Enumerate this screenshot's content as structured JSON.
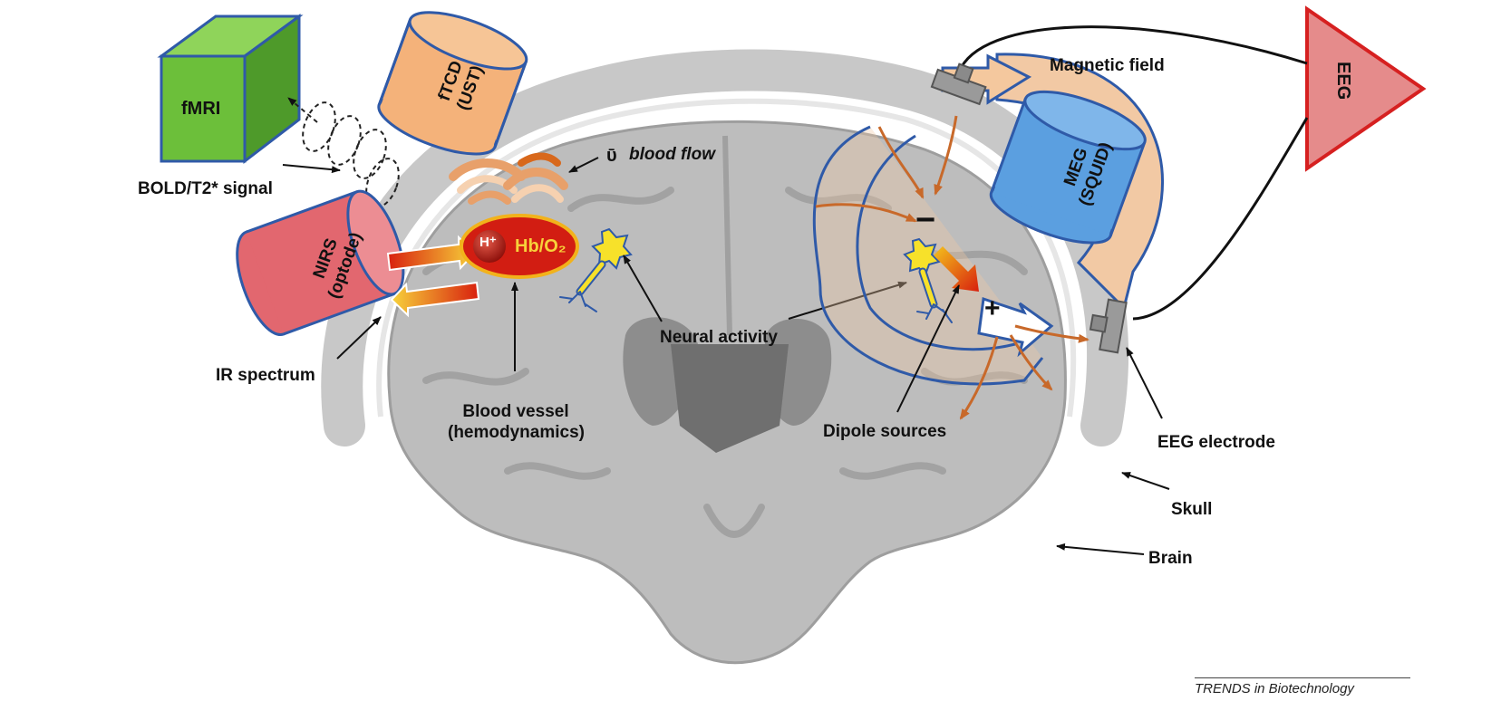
{
  "labels": {
    "fmri": "fMRI",
    "bold_signal": "BOLD/T2* signal",
    "ftcd": "fTCD",
    "ftcd_sub": "(UST)",
    "blood_flow_symbol": "ῡ",
    "blood_flow": "blood flow",
    "nirs": "NIRS",
    "nirs_sub": "(optode)",
    "ir_spectrum": "IR spectrum",
    "h_ion": "H⁺",
    "hb_o2": "Hb/O₂",
    "neural_activity": "Neural activity",
    "blood_vessel": "Blood vessel",
    "blood_vessel_sub": "(hemodynamics)",
    "magnetic_field": "Magnetic field",
    "meg": "MEG",
    "meg_sub": "(SQUID)",
    "eeg": "EEG",
    "minus": "−",
    "plus": "+",
    "dipole_sources": "Dipole sources",
    "eeg_electrode": "EEG electrode",
    "skull": "Skull",
    "brain": "Brain"
  },
  "footer": "TRENDS in Biotechnology",
  "colors": {
    "fmri_front": "#6cbf3a",
    "fmri_top": "#8fd45a",
    "fmri_side": "#4e9a2a",
    "box_stroke": "#2f5aa8",
    "ftcd_fill": "#f4b27a",
    "nirs_fill": "#e2676f",
    "meg_fill": "#5b9fe0",
    "eeg_fill": "#e58b8b",
    "eeg_stroke": "#d62020",
    "arrow_orange": "#c8692a",
    "hb_ellipse": "#d21d12",
    "hb_ring": "#f2b21b",
    "field_fill": "#f2c9a4",
    "brain_gray": "#b8b8b8",
    "skull_gray": "#c8c8c8"
  }
}
